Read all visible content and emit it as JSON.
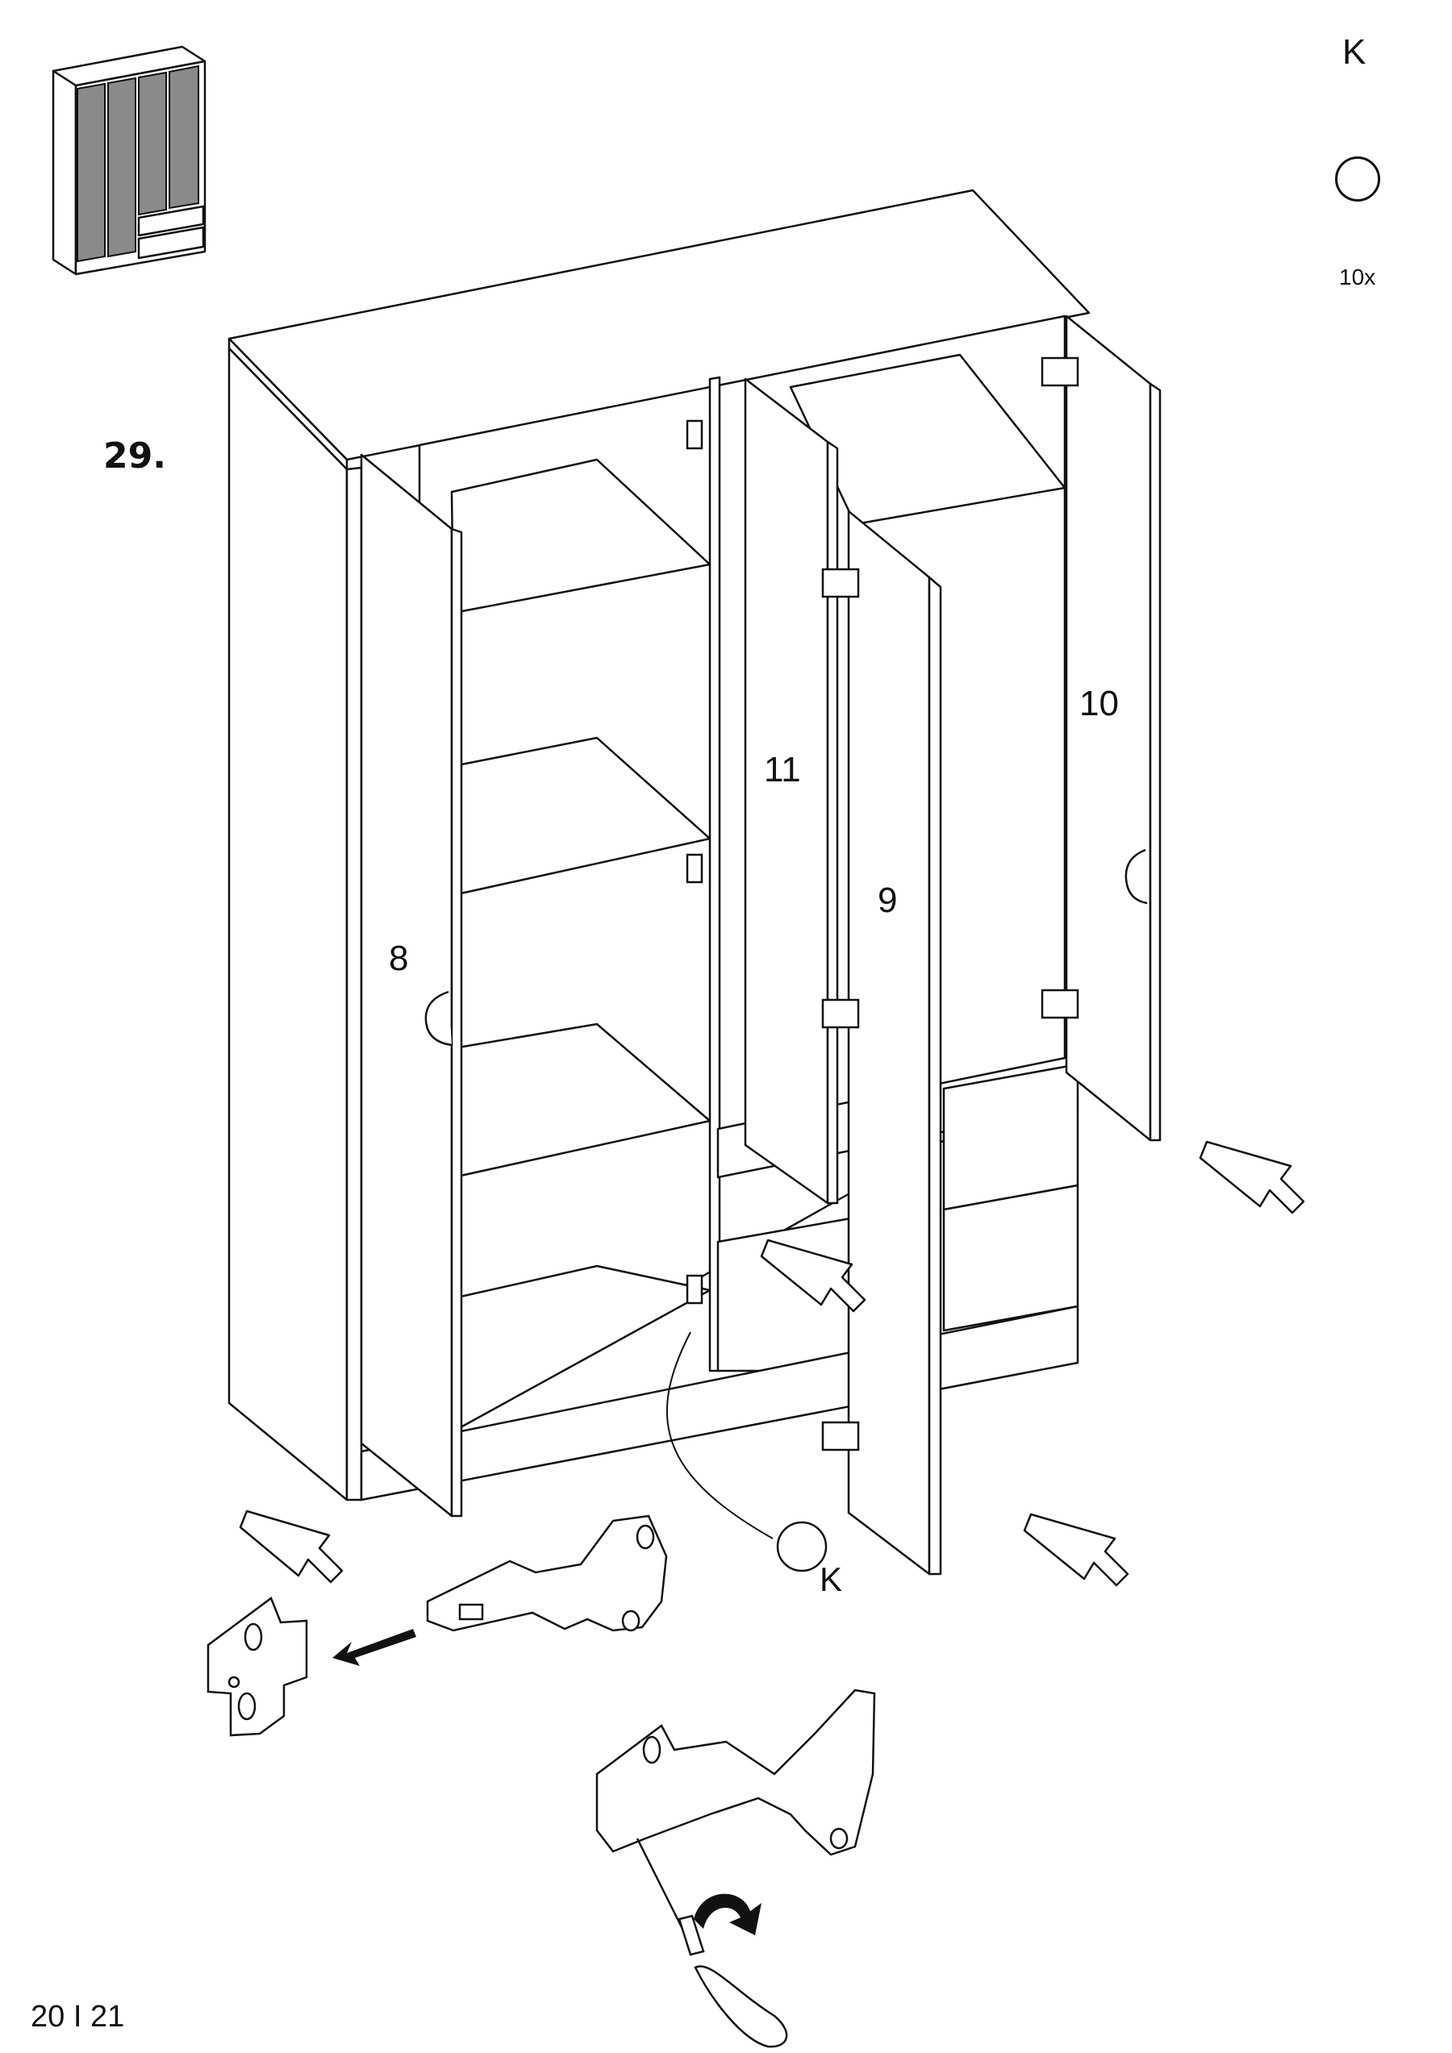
{
  "step": {
    "number": "29."
  },
  "parts": {
    "letter": "K",
    "quantity": "10x"
  },
  "panels": {
    "left_door": "8",
    "center_left_door": "11",
    "center_right_door": "9",
    "right_door": "10"
  },
  "callout": {
    "letter": "K"
  },
  "page": {
    "number": "20 I 21"
  },
  "colors": {
    "line": "#111111",
    "door_fill_thumbnail": "#8a8a8a",
    "background": "#ffffff"
  }
}
